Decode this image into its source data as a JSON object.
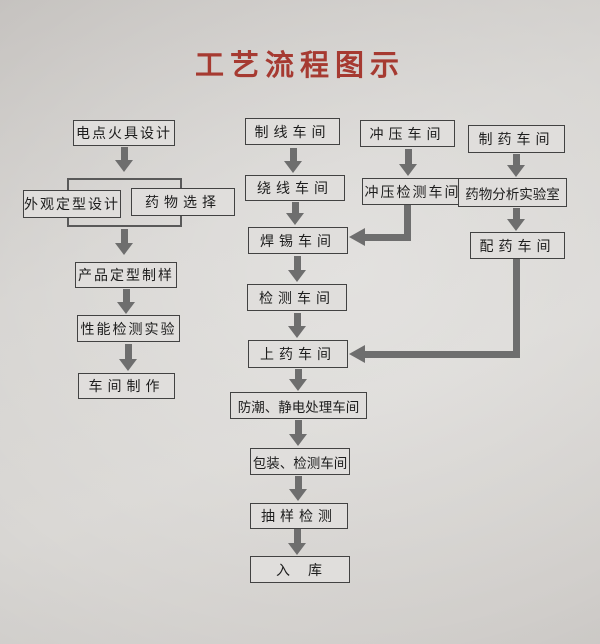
{
  "title": "工艺流程图示",
  "colors": {
    "title_red": "#a63a31",
    "box_border": "#424242",
    "box_fill": "#e0dedc",
    "arrow_gray": "#6e6e6e",
    "paper": "#d5d2cf",
    "text": "#1d1d1d"
  },
  "nodes": {
    "ignition_design": "电点火具设计",
    "appearance_design": "外观定型设计",
    "drug_selection": "药物选择",
    "product_sample": "产品定型制样",
    "performance_test": "性能检测实验",
    "workshop_production": "车间制作",
    "wire_making": "制线车间",
    "wire_winding": "绕线车间",
    "soldering": "焊锡车间",
    "testing": "检测车间",
    "drug_loading": "上药车间",
    "moisture_static": "防潮、静电处理车间",
    "packaging_testing": "包装、检测车间",
    "sampling_test": "抽样检测",
    "warehousing": "入　库",
    "stamping": "冲压车间",
    "stamping_test": "冲压检测车间",
    "pharma": "制药车间",
    "drug_analysis": "药物分析实验室",
    "drug_dispensing": "配药车间"
  },
  "edges": [
    {
      "from": "ignition_design",
      "to": "design_group"
    },
    {
      "from": "design_group",
      "to": "product_sample"
    },
    {
      "from": "product_sample",
      "to": "performance_test"
    },
    {
      "from": "performance_test",
      "to": "workshop_production"
    },
    {
      "from": "wire_making",
      "to": "wire_winding"
    },
    {
      "from": "wire_winding",
      "to": "soldering"
    },
    {
      "from": "soldering",
      "to": "testing"
    },
    {
      "from": "testing",
      "to": "drug_loading"
    },
    {
      "from": "drug_loading",
      "to": "moisture_static"
    },
    {
      "from": "moisture_static",
      "to": "packaging_testing"
    },
    {
      "from": "packaging_testing",
      "to": "sampling_test"
    },
    {
      "from": "sampling_test",
      "to": "warehousing"
    },
    {
      "from": "stamping",
      "to": "stamping_test"
    },
    {
      "from": "stamping_test",
      "to": "soldering"
    },
    {
      "from": "pharma",
      "to": "drug_analysis"
    },
    {
      "from": "drug_analysis",
      "to": "drug_dispensing"
    },
    {
      "from": "drug_dispensing",
      "to": "drug_loading"
    }
  ]
}
